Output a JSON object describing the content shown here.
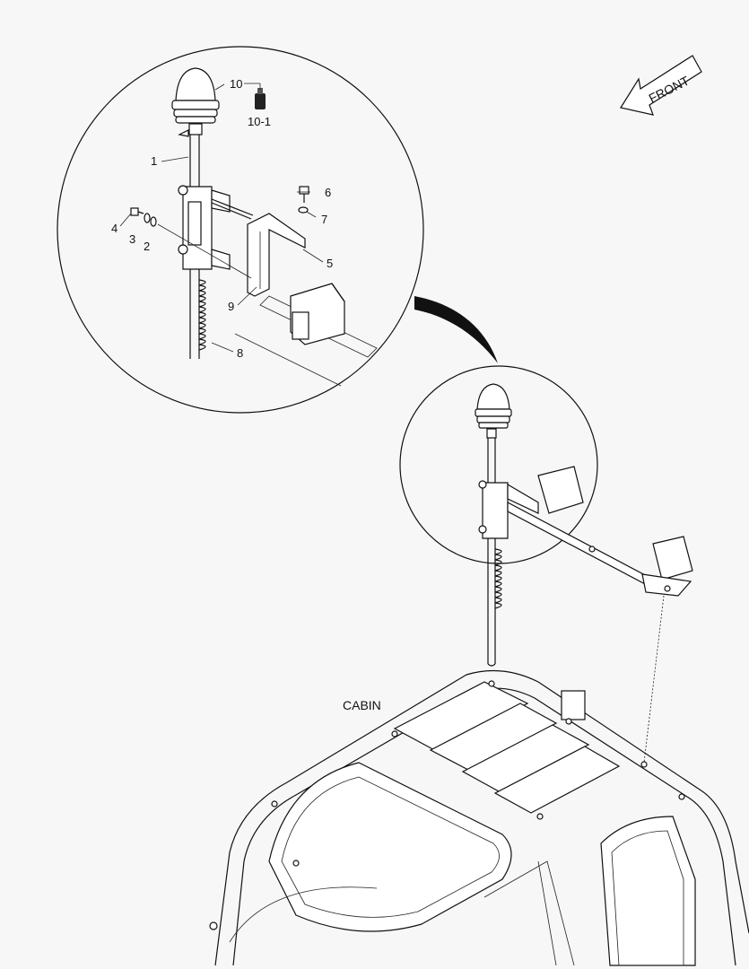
{
  "direction": {
    "label": "FRONT"
  },
  "section_label": "CABIN",
  "callouts": [
    {
      "id": "c10",
      "text": "10"
    },
    {
      "id": "c10-1",
      "text": "10-1"
    },
    {
      "id": "c1",
      "text": "1"
    },
    {
      "id": "c6",
      "text": "6"
    },
    {
      "id": "c7",
      "text": "7"
    },
    {
      "id": "c4",
      "text": "4"
    },
    {
      "id": "c3",
      "text": "3"
    },
    {
      "id": "c2",
      "text": "2"
    },
    {
      "id": "c5",
      "text": "5"
    },
    {
      "id": "c9",
      "text": "9"
    },
    {
      "id": "c8",
      "text": "8"
    }
  ]
}
